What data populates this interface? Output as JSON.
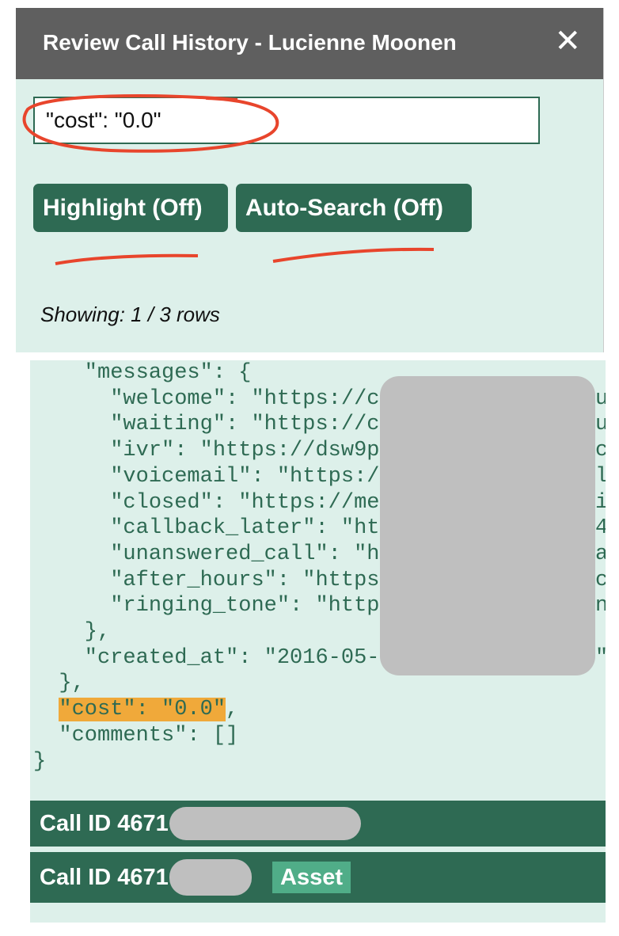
{
  "dialog": {
    "title": "Review Call History - Lucienne Moonen",
    "close_icon": "close-icon",
    "search_value": "\"cost\": \"0.0\"",
    "highlight_label": "Highlight (Off)",
    "autosearch_label": "Auto-Search (Off)",
    "showing": "Showing: 1 / 3 rows"
  },
  "json_view": {
    "lines": [
      "    \"messages\": {",
      "      \"welcome\": \"https://c",
      "      \"waiting\": \"https://c",
      "      \"ivr\": \"https://dsw9p",
      "      \"voicemail\": \"https:/",
      "      \"closed\": \"https://me",
      "      \"callback_later\": \"ht",
      "      \"unanswered_call\": \"h",
      "      \"after_hours\": \"https",
      "      \"ringing_tone\": \"http",
      "    },",
      "    \"created_at\": \"2016-05-",
      "  },"
    ],
    "highlight_prefix": "  ",
    "highlight_text": "\"cost\": \"0.0\"",
    "highlight_suffix": ",",
    "after_lines": [
      "  \"comments\": []",
      "}"
    ],
    "edge_chars": [
      "",
      "u",
      "u",
      "c",
      "l",
      "i",
      "4",
      "a",
      "c",
      "n",
      "",
      "\""
    ],
    "highlight_color": "#f0a93a"
  },
  "rows": [
    {
      "label": "Call ID 4671"
    },
    {
      "label": "Call ID 4671",
      "badge": "Asset"
    }
  ],
  "colors": {
    "accent": "#2e6a53",
    "panel": "#ddf0ea",
    "header": "#5f5f5f",
    "annotation": "#e8452c"
  }
}
